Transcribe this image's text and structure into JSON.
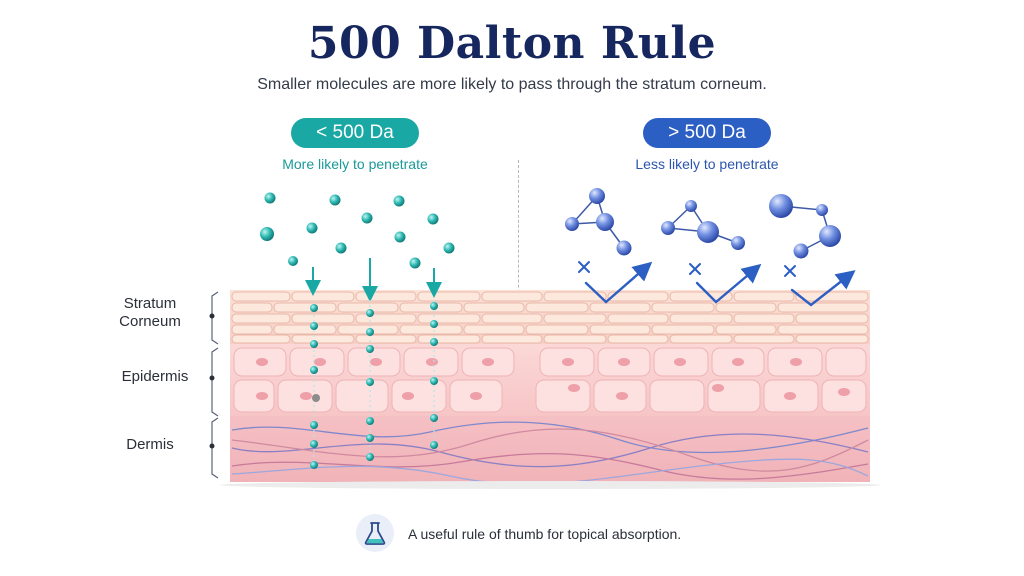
{
  "header": {
    "title": "500 Dalton Rule",
    "subtitle": "Smaller molecules are more likely to pass through the stratum corneum."
  },
  "small_molecules": {
    "badge": "< 500 Da",
    "caption": "More likely to penetrate"
  },
  "large_molecules": {
    "badge": "> 500 Da",
    "caption": "Less likely to penetrate"
  },
  "layers": {
    "stratum_corneum": [
      "Stratum",
      "Corneum"
    ],
    "epidermis": "Epidermis",
    "dermis": "Dermis"
  },
  "footer": {
    "icon": "flask-icon",
    "text": "A useful rule of thumb for topical absorption."
  },
  "colors": {
    "title": "#16265e",
    "small_accent": "#19a8a4",
    "large_accent": "#2c5fc3",
    "skin": "#f6c9c6"
  }
}
